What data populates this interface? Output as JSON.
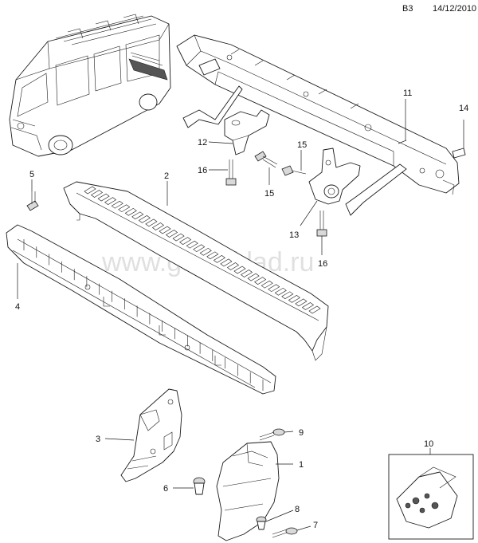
{
  "header": {
    "page_code": "B3",
    "date": "14/12/2010"
  },
  "watermark": "www.gamsklad.ru",
  "callouts": {
    "p1": "1",
    "p2": "2",
    "p3": "3",
    "p4": "4",
    "p5": "5",
    "p6": "6",
    "p7": "7",
    "p8": "8",
    "p9": "9",
    "p10": "10",
    "p11": "11",
    "p12": "12",
    "p13": "13",
    "p14": "14",
    "p15a": "15",
    "p15b": "15",
    "p16a": "16",
    "p16b": "16"
  }
}
